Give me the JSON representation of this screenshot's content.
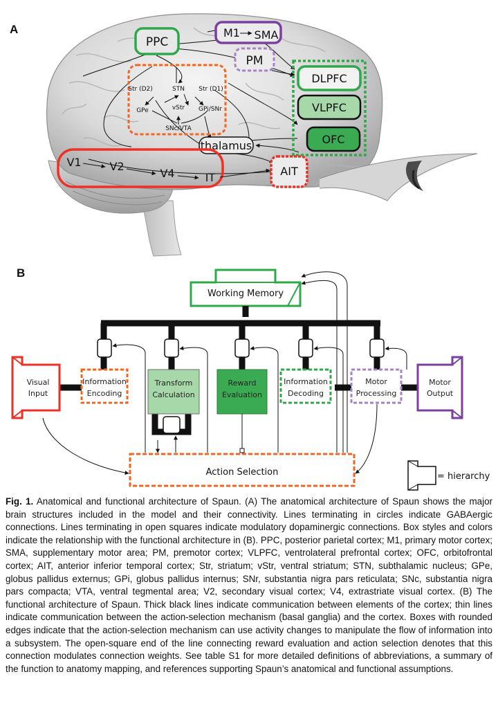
{
  "panel_a": {
    "label": "A",
    "regions": {
      "ppc": "PPC",
      "m1": "M1",
      "sma": "SMA",
      "pm": "PM",
      "dlpfc": "DLPFC",
      "vlpfc": "VLPFC",
      "ofc": "OFC",
      "thalamus": "thalamus",
      "ait": "AIT",
      "v1": "V1",
      "v2": "V2",
      "v4": "V4",
      "it": "IT",
      "str_d2": "Str (D2)",
      "str_d1": "Str (D1)",
      "stn": "STN",
      "gpe": "GPe",
      "vstr": "vStr",
      "gpi_snr": "GPi/SNr",
      "snc_vta": "SNc/VTA"
    }
  },
  "panel_b": {
    "label": "B",
    "boxes": {
      "working_memory": "Working Memory",
      "visual_input": [
        "Visual",
        "Input"
      ],
      "information_encoding": [
        "Information",
        "Encoding"
      ],
      "transform_calculation": [
        "Transform",
        "Calculation"
      ],
      "reward_evaluation": [
        "Reward",
        "Evaluation"
      ],
      "information_decoding": [
        "Information",
        "Decoding"
      ],
      "motor_processing": [
        "Motor",
        "Processing"
      ],
      "motor_output": [
        "Motor",
        "Output"
      ],
      "action_selection": "Action Selection"
    },
    "legend_text": "= hierarchy"
  },
  "caption": {
    "figure_number": "Fig. 1.",
    "text": "Anatomical and functional architecture of Spaun. (A) The anatomical architecture of Spaun shows the major brain structures included in the model and their connectivity. Lines terminating in circles indicate GABAergic connections. Lines terminating in open squares indicate modulatory dopaminergic connections. Box styles and colors indicate the relationship with the functional architecture in (B). PPC, posterior parietal cortex; M1, primary motor cortex; SMA, supplementary motor area; PM, premotor cortex; VLPFC, ventrolateral prefrontal cortex; OFC, orbitofrontal cortex; AIT, anterior inferior temporal cortex; Str, striatum; vStr, ventral striatum; STN, subthalamic nucleus; GPe, globus pallidus externus; GPi, globus pallidus internus; SNr, substantia nigra pars reticulata; SNc, substantia nigra pars compacta; VTA, ventral tegmental area; V2, secondary visual cortex; V4, extrastriate visual cortex. (B) The functional architecture of Spaun. Thick black lines indicate communication between elements of the cortex; thin lines indicate communication between the action-selection mechanism (basal ganglia) and the cortex. Boxes with rounded edges indicate that the action-selection mechanism can use activity changes to manipulate the flow of information into a subsystem. The open-square end of the line connecting reward evaluation and action selection denotes that this connection modulates connection weights. See table S1 for more detailed definitions of abbreviations, a summary of the function to anatomy mapping, and references supporting Spaun’s anatomical and functional assumptions."
  },
  "colors": {
    "red": "#ee3124",
    "orange": "#f26522",
    "green": "#2ea84a",
    "light_green": "#a7d8a9",
    "mid_green": "#6cc06f",
    "dark_green": "#3aab53",
    "purple": "#7b3fa0",
    "light_purple": "#a882c9"
  }
}
